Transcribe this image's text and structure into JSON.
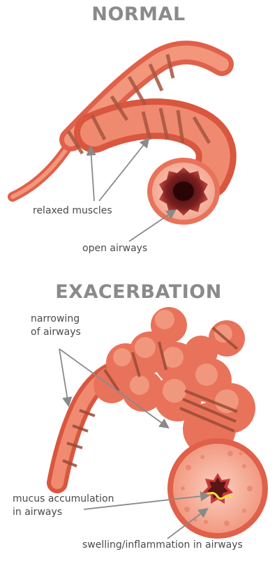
{
  "normal": {
    "title": "NORMAL",
    "labels": {
      "relaxed_muscles": "relaxed muscles",
      "open_airways": "open airways"
    }
  },
  "exacerbation": {
    "title": "EXACERBATION",
    "labels": {
      "narrowing_line1": "narrowing",
      "narrowing_line2": "of airways",
      "mucus_line1": "mucus accumulation",
      "mucus_line2": "in airways",
      "swelling": "swelling/inflammation in airways"
    }
  },
  "colors": {
    "title_gray": "#8a8a8a",
    "text_gray": "#4a4a4a",
    "tissue_light": "#f2967c",
    "tissue_mid": "#e8735a",
    "tissue_dark": "#c94e3a",
    "muscle_band": "#a8553f",
    "lumen": "#5a1515",
    "mucus": "#f3e03a",
    "arrow": "#8a8a8a"
  }
}
